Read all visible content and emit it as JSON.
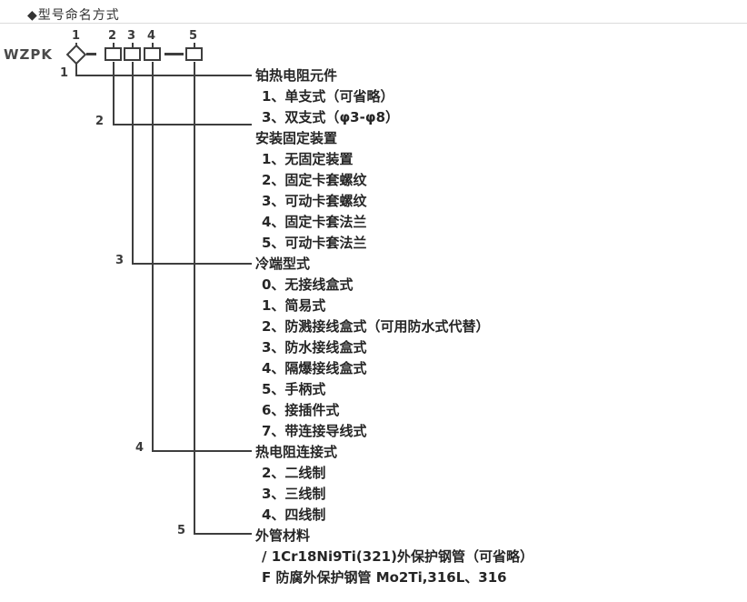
{
  "header": {
    "title": "◆型号命名方式"
  },
  "model": {
    "prefix": "WZPK",
    "position_markers": [
      "1",
      "2",
      "3",
      "4",
      "5"
    ]
  },
  "connector_labels": [
    "1",
    "2",
    "3",
    "4",
    "5"
  ],
  "sections": [
    {
      "marker": "1",
      "title": "铂热电阻元件",
      "options": [
        "1、单支式（可省略）",
        "3、双支式（φ3-φ8）"
      ]
    },
    {
      "marker": "2",
      "title": "安装固定装置",
      "options": [
        "1、无固定装置",
        "2、固定卡套螺纹",
        "3、可动卡套螺纹",
        "4、固定卡套法兰",
        "5、可动卡套法兰"
      ]
    },
    {
      "marker": "3",
      "title": "冷端型式",
      "options": [
        "0、无接线盒式",
        "1、简易式",
        "2、防溅接线盒式（可用防水式代替）",
        "3、防水接线盒式",
        "4、隔爆接线盒式",
        "5、手柄式",
        "6、接插件式",
        "7、带连接导线式"
      ]
    },
    {
      "marker": "4",
      "title": "热电阻连接式",
      "options": [
        "2、二线制",
        "3、三线制",
        "4、四线制"
      ]
    },
    {
      "marker": "5",
      "title": "外管材料",
      "options": [
        "/ 1Cr18Ni9Ti(321)外保护钢管（可省略）",
        "F 防腐外保护钢管 Mo2Ti,316L、316"
      ]
    }
  ],
  "colors": {
    "line": "#3e3e3e",
    "text": "#262626",
    "divider": "#dcdcdc"
  }
}
